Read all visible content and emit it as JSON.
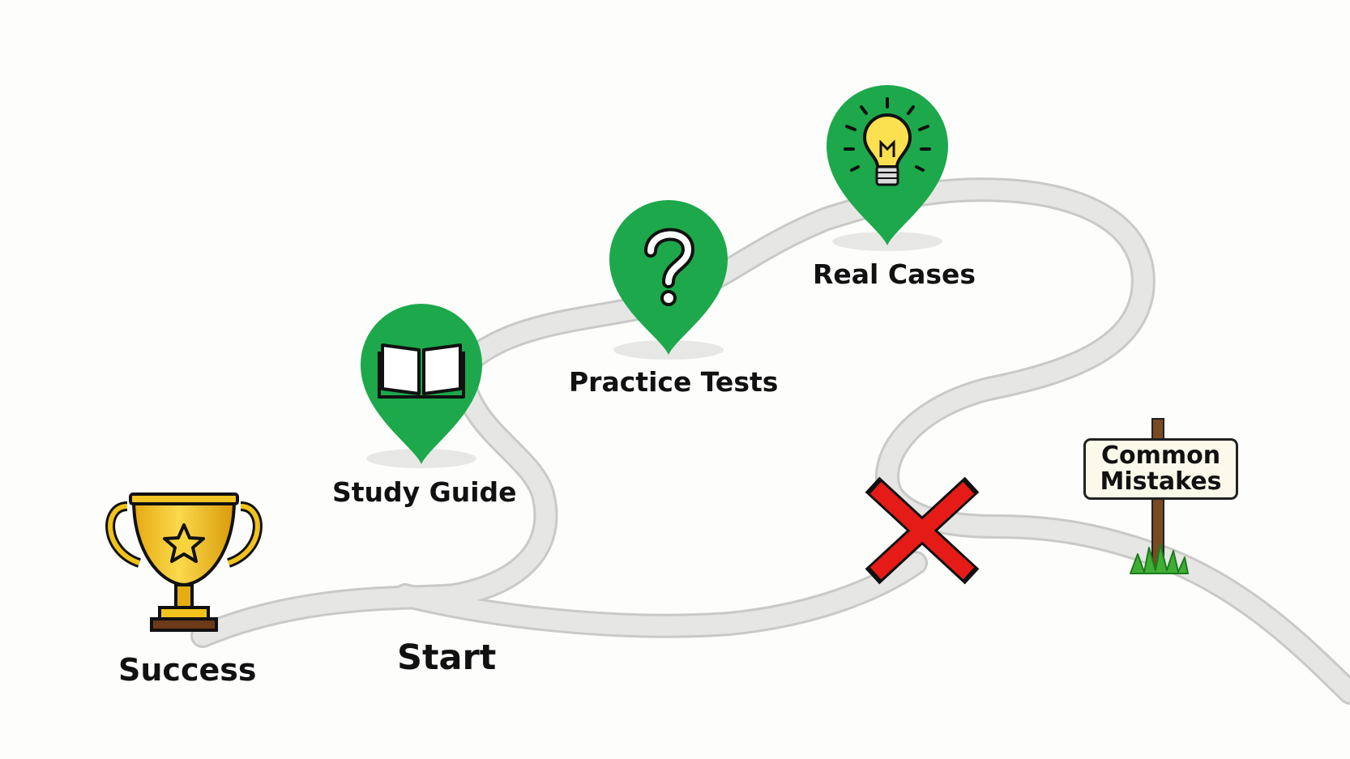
{
  "milestones": [
    {
      "id": "study",
      "label": "Study Guide",
      "icon": "book-icon"
    },
    {
      "id": "practice",
      "label": "Practice Tests",
      "icon": "question-mark-icon"
    },
    {
      "id": "real",
      "label": "Real Cases",
      "icon": "lightbulb-icon"
    }
  ],
  "start_label": "Start",
  "success_label": "Success",
  "success_icon": "trophy-icon",
  "obstacle_icon": "red-x-icon",
  "sign": {
    "line1": "Common",
    "line2": "Mistakes"
  },
  "colors": {
    "pin": "#1da84b",
    "road": "#e6e6e4",
    "road_edge": "#c9c9c7",
    "trophy": "#f1c21b",
    "obstacle": "#e41b17",
    "sign_post": "#7a4a22",
    "grass": "#3fae34"
  }
}
